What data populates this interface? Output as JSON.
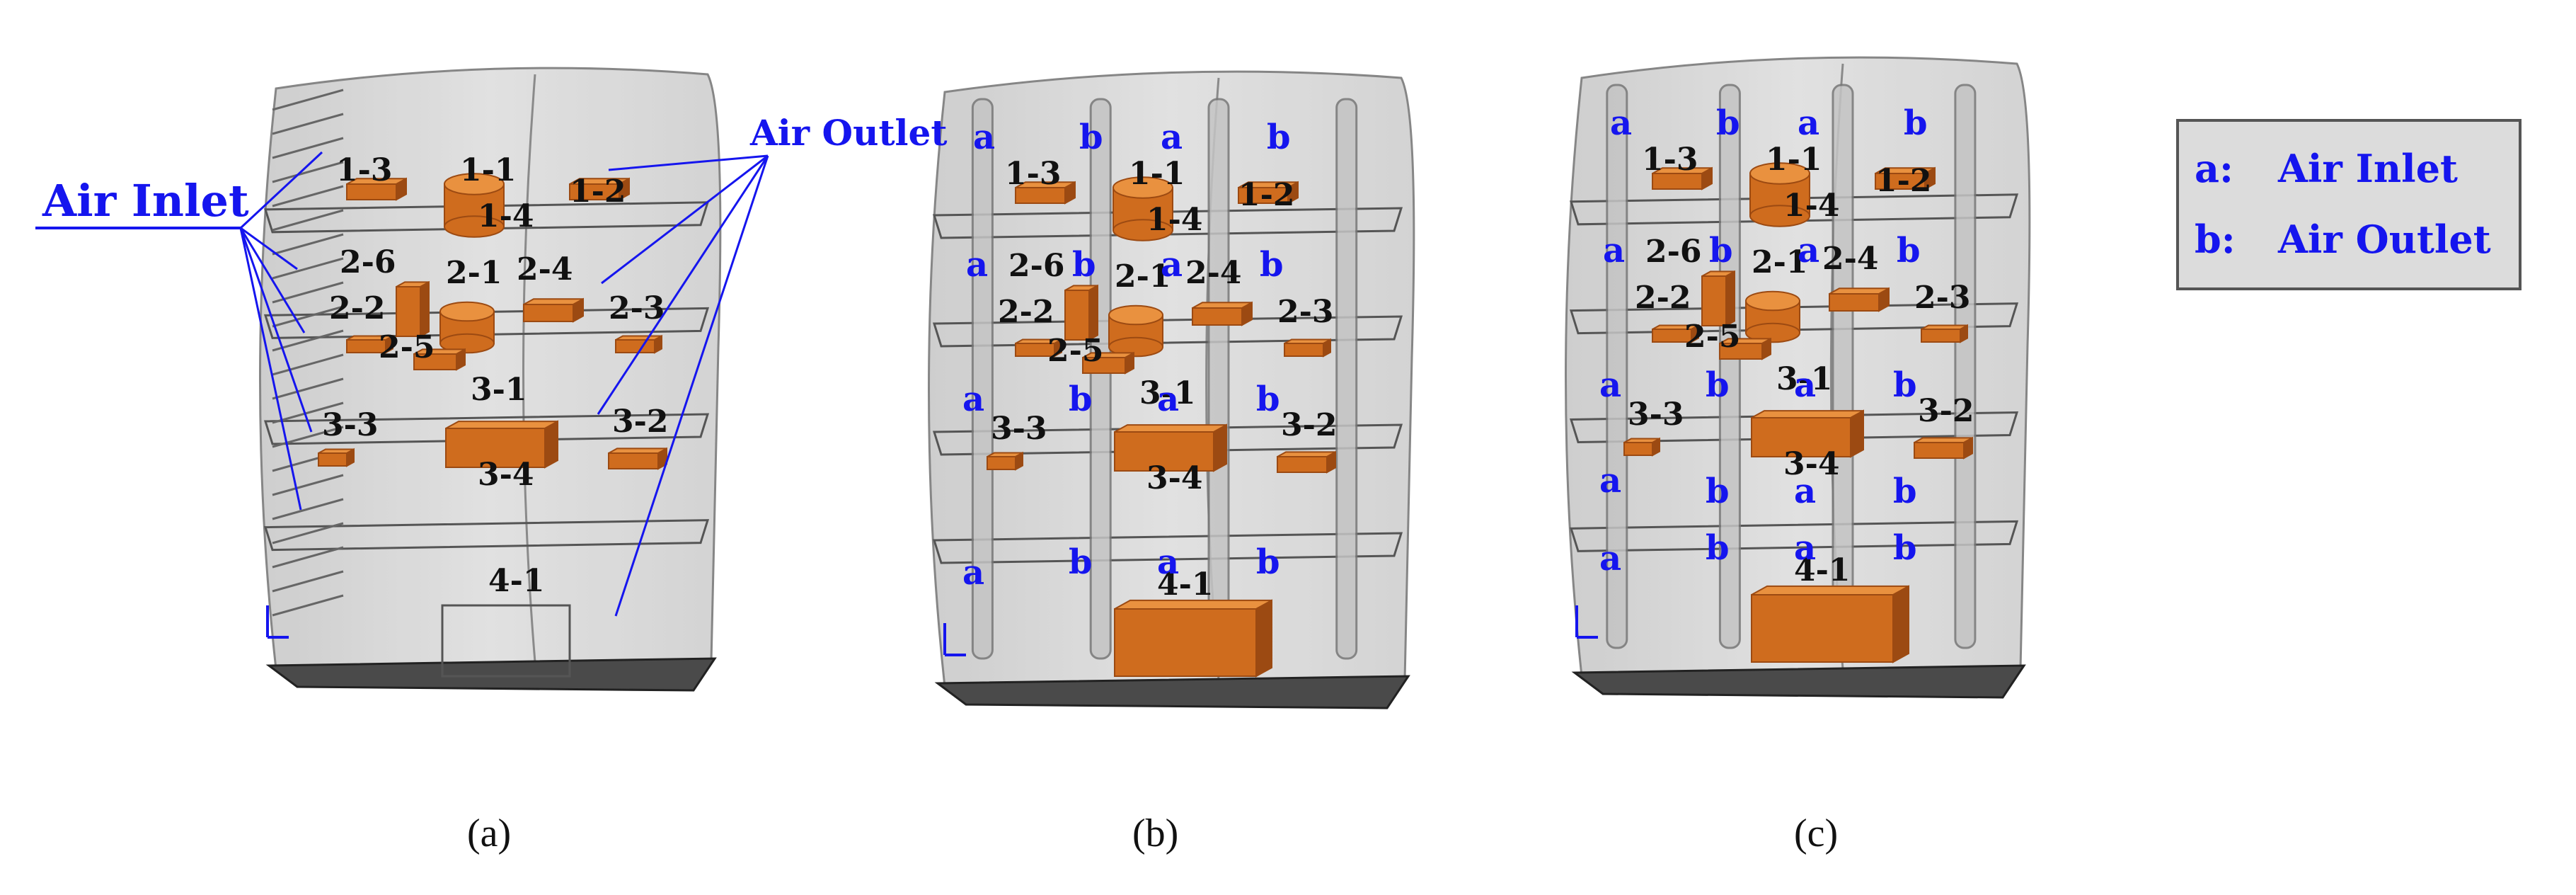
{
  "panels": [
    {
      "caption": "(a)",
      "callouts": {
        "air_inlet": "Air Inlet",
        "air_outlet": "Air Outlet"
      },
      "labels": [
        "1-1",
        "1-2",
        "1-3",
        "1-4",
        "2-1",
        "2-2",
        "2-3",
        "2-4",
        "2-5",
        "2-6",
        "3-1",
        "3-2",
        "3-3",
        "3-4",
        "4-1"
      ],
      "port_labels": []
    },
    {
      "caption": "(b)",
      "labels": [
        "1-1",
        "1-2",
        "1-3",
        "1-4",
        "2-1",
        "2-2",
        "2-3",
        "2-4",
        "2-5",
        "2-6",
        "3-1",
        "3-2",
        "3-3",
        "3-4",
        "4-1"
      ],
      "port_labels": [
        "a",
        "b",
        "a",
        "b",
        "a",
        "b",
        "a",
        "b",
        "a",
        "b",
        "a",
        "b",
        "a",
        "b",
        "a",
        "b"
      ]
    },
    {
      "caption": "(c)",
      "labels": [
        "1-1",
        "1-2",
        "1-3",
        "1-4",
        "2-1",
        "2-2",
        "2-3",
        "2-4",
        "2-5",
        "2-6",
        "3-1",
        "3-2",
        "3-3",
        "3-4",
        "4-1"
      ],
      "port_labels": [
        "a",
        "b",
        "a",
        "b",
        "a",
        "b",
        "a",
        "b",
        "a",
        "b",
        "a",
        "b",
        "a",
        "b",
        "a",
        "b",
        "a",
        "b",
        "a",
        "b"
      ]
    }
  ],
  "legend": {
    "a_key": "a:",
    "a_text": "Air Inlet",
    "b_key": "b:",
    "b_text": "Air Outlet"
  },
  "colors": {
    "component": "#cf6c1e",
    "component_light": "#e9913f",
    "component_dark": "#9c4a12",
    "annotation_blue": "#1515ee",
    "enclosure": "#d5d5d5",
    "floor": "#4a4a4a"
  }
}
